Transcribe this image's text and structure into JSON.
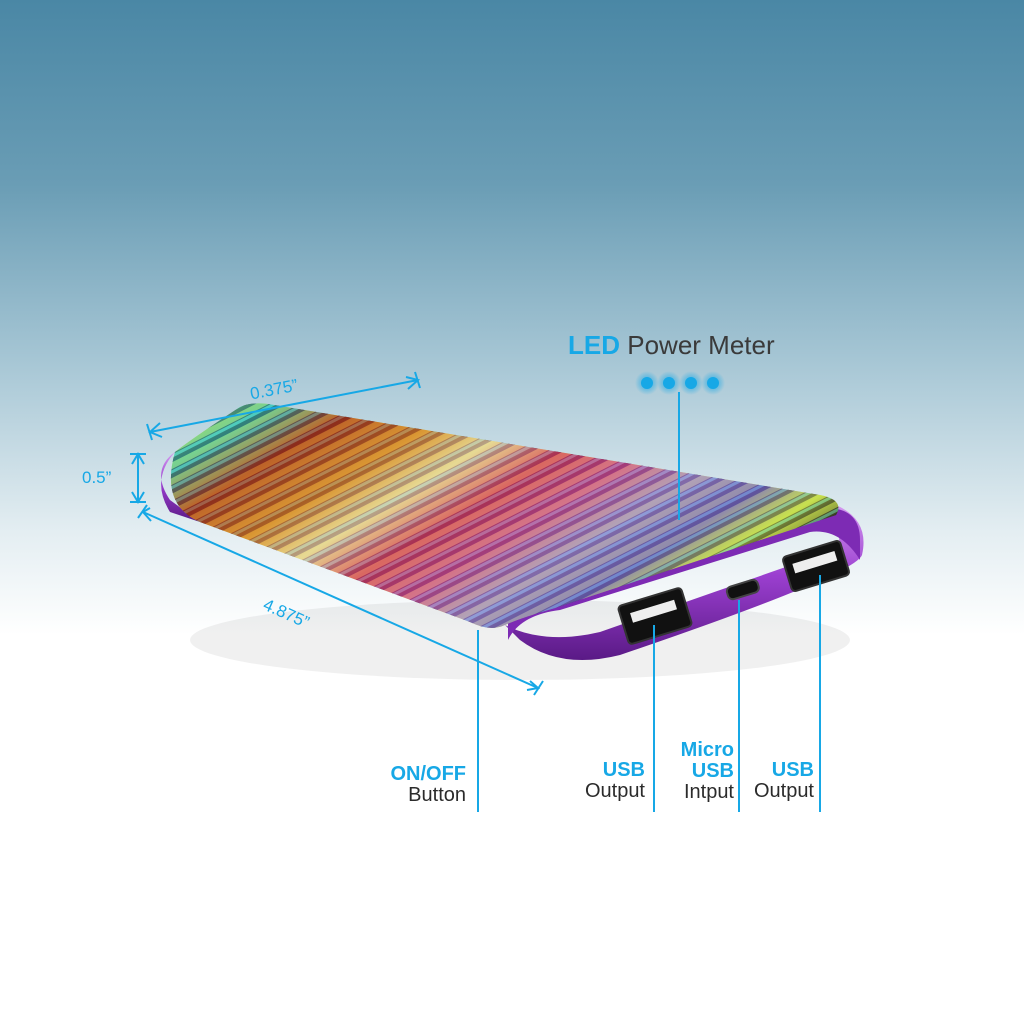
{
  "led_meter": {
    "highlight": "LED",
    "text": "Power Meter",
    "dot_count": 4,
    "dot_color": "#17a8e6"
  },
  "dimensions": {
    "width": "0.375”",
    "height": "0.5”",
    "length": "4.875”"
  },
  "callouts": [
    {
      "highlight": "ON/OFF",
      "text": "Button"
    },
    {
      "highlight": "USB",
      "text": "Output"
    },
    {
      "highlight": "Micro USB",
      "text": "Intput"
    },
    {
      "highlight": "USB",
      "text": "Output"
    }
  ],
  "colors": {
    "accent": "#17a8e6",
    "casing": "#9b3fd0",
    "background_top": "#4a87a5",
    "background_bottom": "#ffffff"
  }
}
